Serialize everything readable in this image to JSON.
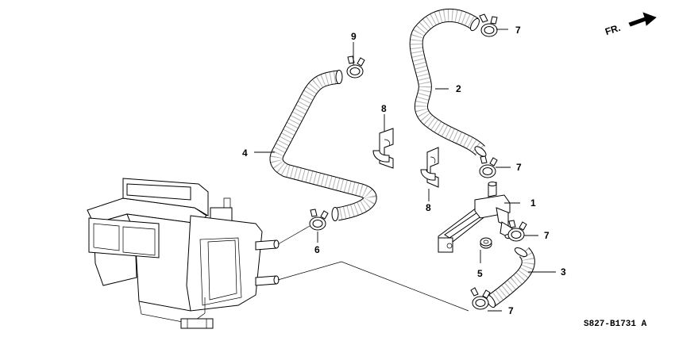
{
  "diagram": {
    "direction_label": "FR.",
    "drawing_code": "S827-B1731 A",
    "callouts": {
      "water_valve": "1",
      "hose_upper_right": "2",
      "hose_lower_right": "3",
      "hose_left": "4",
      "grommet": "5",
      "clamp_heater": "6",
      "clamp_top_right": "7",
      "clamp_valve_top": "7",
      "clamp_valve_bottom": "7",
      "clamp_bottom": "7",
      "clip_upper": "8",
      "clip_lower": "8",
      "clamp_top_left": "9"
    }
  }
}
